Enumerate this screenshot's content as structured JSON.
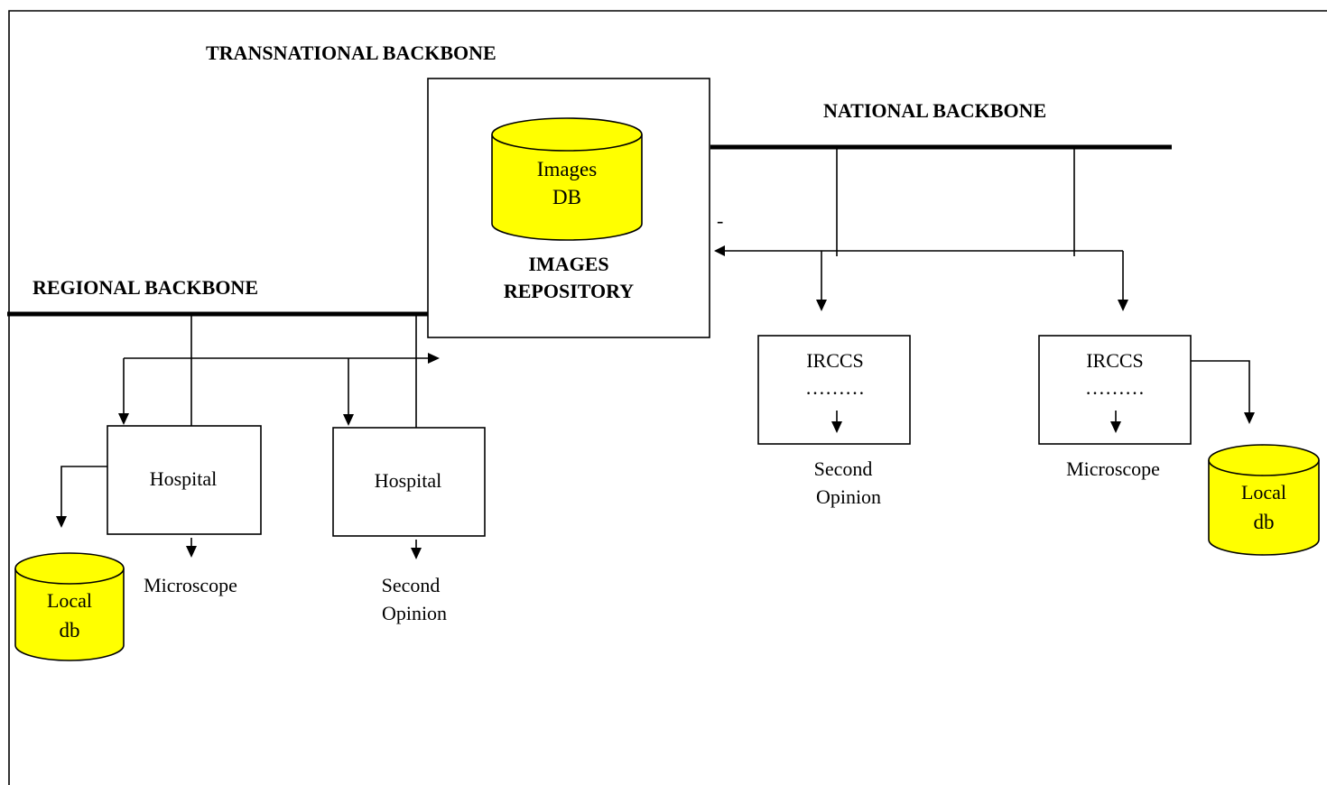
{
  "colors": {
    "database_fill": "#ffff00",
    "line": "#000000",
    "background": "#ffffff"
  },
  "backbones": {
    "transnational": "TRANSNATIONAL BACKBONE",
    "national": "NATIONAL BACKBONE",
    "regional": "REGIONAL BACKBONE"
  },
  "repository": {
    "db_line1": "Images",
    "db_line2": "DB",
    "label_line1": "IMAGES",
    "label_line2": "REPOSITORY"
  },
  "dash_mark": "-",
  "regional_nodes": {
    "hospital_left": {
      "label": "Hospital",
      "output": "Microscope",
      "db_line1": "Local",
      "db_line2": "db"
    },
    "hospital_right": {
      "label": "Hospital",
      "output_line1": "Second",
      "output_line2": "Opinion"
    }
  },
  "national_nodes": {
    "irccs_left": {
      "label": "IRCCS",
      "dots": "………",
      "output_line1": "Second",
      "output_line2": "Opinion"
    },
    "irccs_right": {
      "label": "IRCCS",
      "dots": "………",
      "output": "Microscope",
      "db_line1": "Local",
      "db_line2": "db"
    }
  }
}
